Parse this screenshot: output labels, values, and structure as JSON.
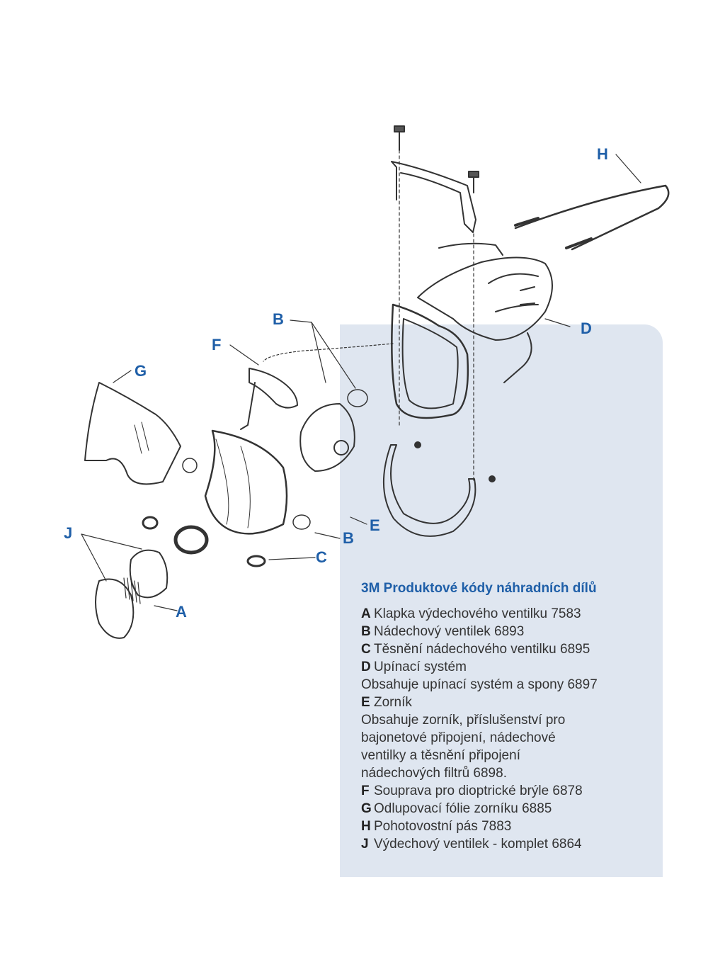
{
  "callouts": {
    "A": "A",
    "B_top": "B",
    "B_bottom": "B",
    "C": "C",
    "D": "D",
    "E": "E",
    "F": "F",
    "G": "G",
    "H": "H",
    "J": "J"
  },
  "parts_list": {
    "title": "3M Produktové kódy náhradních dílů",
    "items": [
      {
        "code": "A",
        "text": "Klapka výdechového ventilku 7583"
      },
      {
        "code": "B",
        "text": "Nádechový ventilek 6893"
      },
      {
        "code": "C",
        "text": "Těsnění nádechového ventilku 6895"
      },
      {
        "code": "D",
        "text": "Upínací systém",
        "details": [
          "Obsahuje upínací systém a spony 6897"
        ]
      },
      {
        "code": "E",
        "text": "Zorník",
        "details": [
          "Obsahuje zorník, příslušenství pro",
          "bajonetové připojení, nádechové",
          "ventilky a těsnění připojení",
          "nádechových filtrů 6898."
        ]
      },
      {
        "code": "F",
        "text": "Souprava pro dioptrické brýle 6878"
      },
      {
        "code": "G",
        "text": "Odlupovací fólie zorníku 6885"
      },
      {
        "code": "H",
        "text": "Pohotovostní pás 7883"
      },
      {
        "code": "J",
        "text": "Výdechový ventilek - komplet 6864"
      }
    ]
  },
  "colors": {
    "accent": "#1f5fa8",
    "panel": "#dfe6f0",
    "line": "#333333"
  }
}
